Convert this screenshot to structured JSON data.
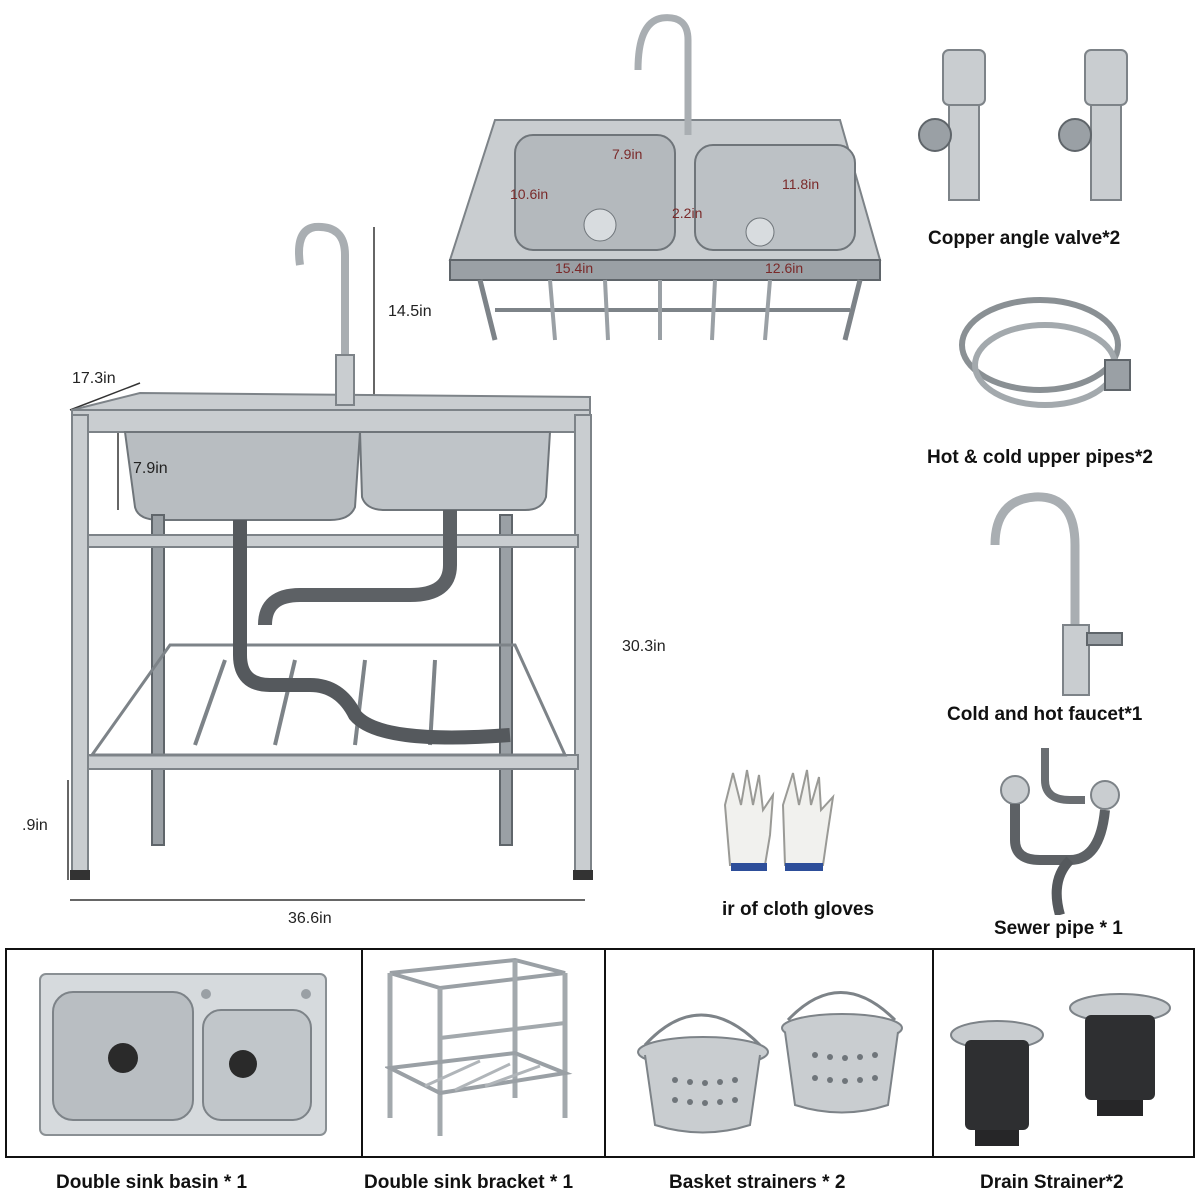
{
  "main_product": {
    "dimensions": {
      "depth": "17.3in",
      "faucet_height": "14.5in",
      "basin_depth": "7.9in",
      "total_height": "30.3in",
      "leg_height": ".9in",
      "width": "36.6in"
    }
  },
  "top_view": {
    "labels": [
      "7.9in",
      "10.6in",
      "11.8in",
      "2.2in",
      "15.4in",
      "12.6in"
    ]
  },
  "accessories": [
    {
      "label": "Copper angle valve*2",
      "icon": "angle-valve-icon"
    },
    {
      "label": "Hot & cold upper pipes*2",
      "icon": "braided-hose-icon"
    },
    {
      "label": "Cold and hot faucet*1",
      "icon": "faucet-icon"
    },
    {
      "label": "Sewer pipe * 1",
      "icon": "sewer-pipe-icon"
    },
    {
      "label": "ir of cloth gloves",
      "icon": "gloves-icon"
    }
  ],
  "bottom_panels": [
    {
      "label": "Double sink basin * 1",
      "icon": "sink-basin-icon"
    },
    {
      "label": "Double sink bracket * 1",
      "icon": "bracket-icon"
    },
    {
      "label": "Basket strainers * 2",
      "icon": "basket-strainer-icon"
    },
    {
      "label": "Drain Strainer*2",
      "icon": "drain-strainer-icon"
    }
  ]
}
